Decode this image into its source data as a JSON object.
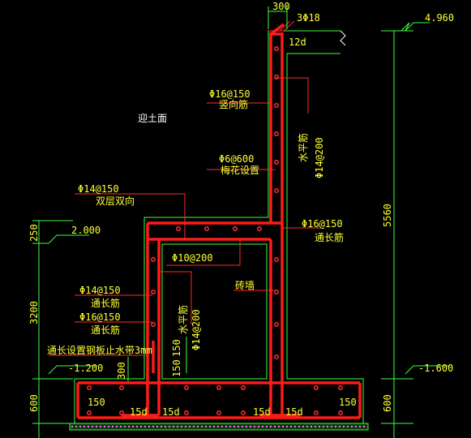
{
  "colors": {
    "background": "#000000",
    "rebar": "#ff1a1a",
    "leader": "#ff2a2a",
    "outline": "#3cff3c",
    "text_yellow": "#ffff33",
    "text_white": "#ffffff"
  },
  "dimensions": {
    "top_width": "300",
    "left_250": "250",
    "left_3200": "3200",
    "left_300": "300",
    "left_600": "600",
    "right_5560": "5560",
    "right_600": "600",
    "inner_150_a": "150",
    "inner_150_b": "150"
  },
  "elevations": {
    "top": "4.960",
    "slab": "2.000",
    "left_ground": "-1.200",
    "right_ground": "-1.600"
  },
  "labels": {
    "top_bar": "3Φ18",
    "lap_12d": "12d",
    "soil_side": "迎土面",
    "bar_16_150_top": "Φ16@150",
    "vertical_bars": "竖向筋",
    "horizontal_bars": "水平筋",
    "bar_14_200_right": "Φ14@200",
    "bar_6_600": "Φ6@600",
    "plum_layout": "梅花设置",
    "bar_14_150_slab": "Φ14@150",
    "double_layer": "双层双向",
    "bar_16_150_mid": "Φ16@150",
    "through_bars": "通长筋",
    "bar_10_200": "Φ10@200",
    "brick_wall": "砖墙",
    "bar_14_150_wall": "Φ14@150",
    "through_bars_2": "通长筋",
    "bar_16_150_wall": "Φ16@150",
    "through_bars_3": "通长筋",
    "horizontal_bars_2": "水平筋",
    "bar_14_200_left": "Φ14@200",
    "waterstop_note": "通长设置钢板止水带3mm",
    "base_150_left": "150",
    "base_150_right": "150",
    "anchor_15d_1": "15d",
    "anchor_15d_2": "15d",
    "anchor_15d_3": "15d",
    "anchor_15d_4": "15d"
  }
}
